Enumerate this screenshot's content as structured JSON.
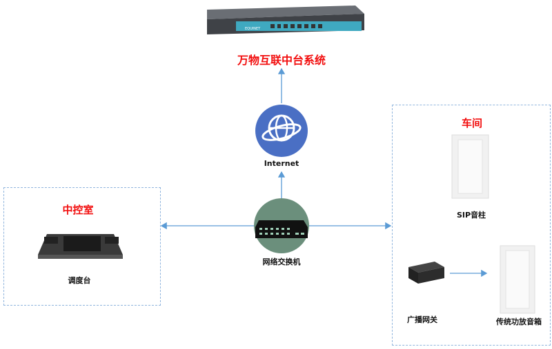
{
  "title": "万物互联中台系统",
  "router": {
    "brand": "EQUINET"
  },
  "internet": {
    "label": "Internet"
  },
  "switch": {
    "label": "网络交换机"
  },
  "control_room": {
    "title": "中控室",
    "device_label": "调度台"
  },
  "workshop": {
    "title": "车间",
    "sip_label": "SIP音柱",
    "gateway_label": "广播网关",
    "speaker_label": "传统功放音箱"
  },
  "colors": {
    "accent": "#f20d0d",
    "line": "#5b9bd5",
    "internet": "#4a6fc4",
    "switch": "#6b8f7c"
  }
}
